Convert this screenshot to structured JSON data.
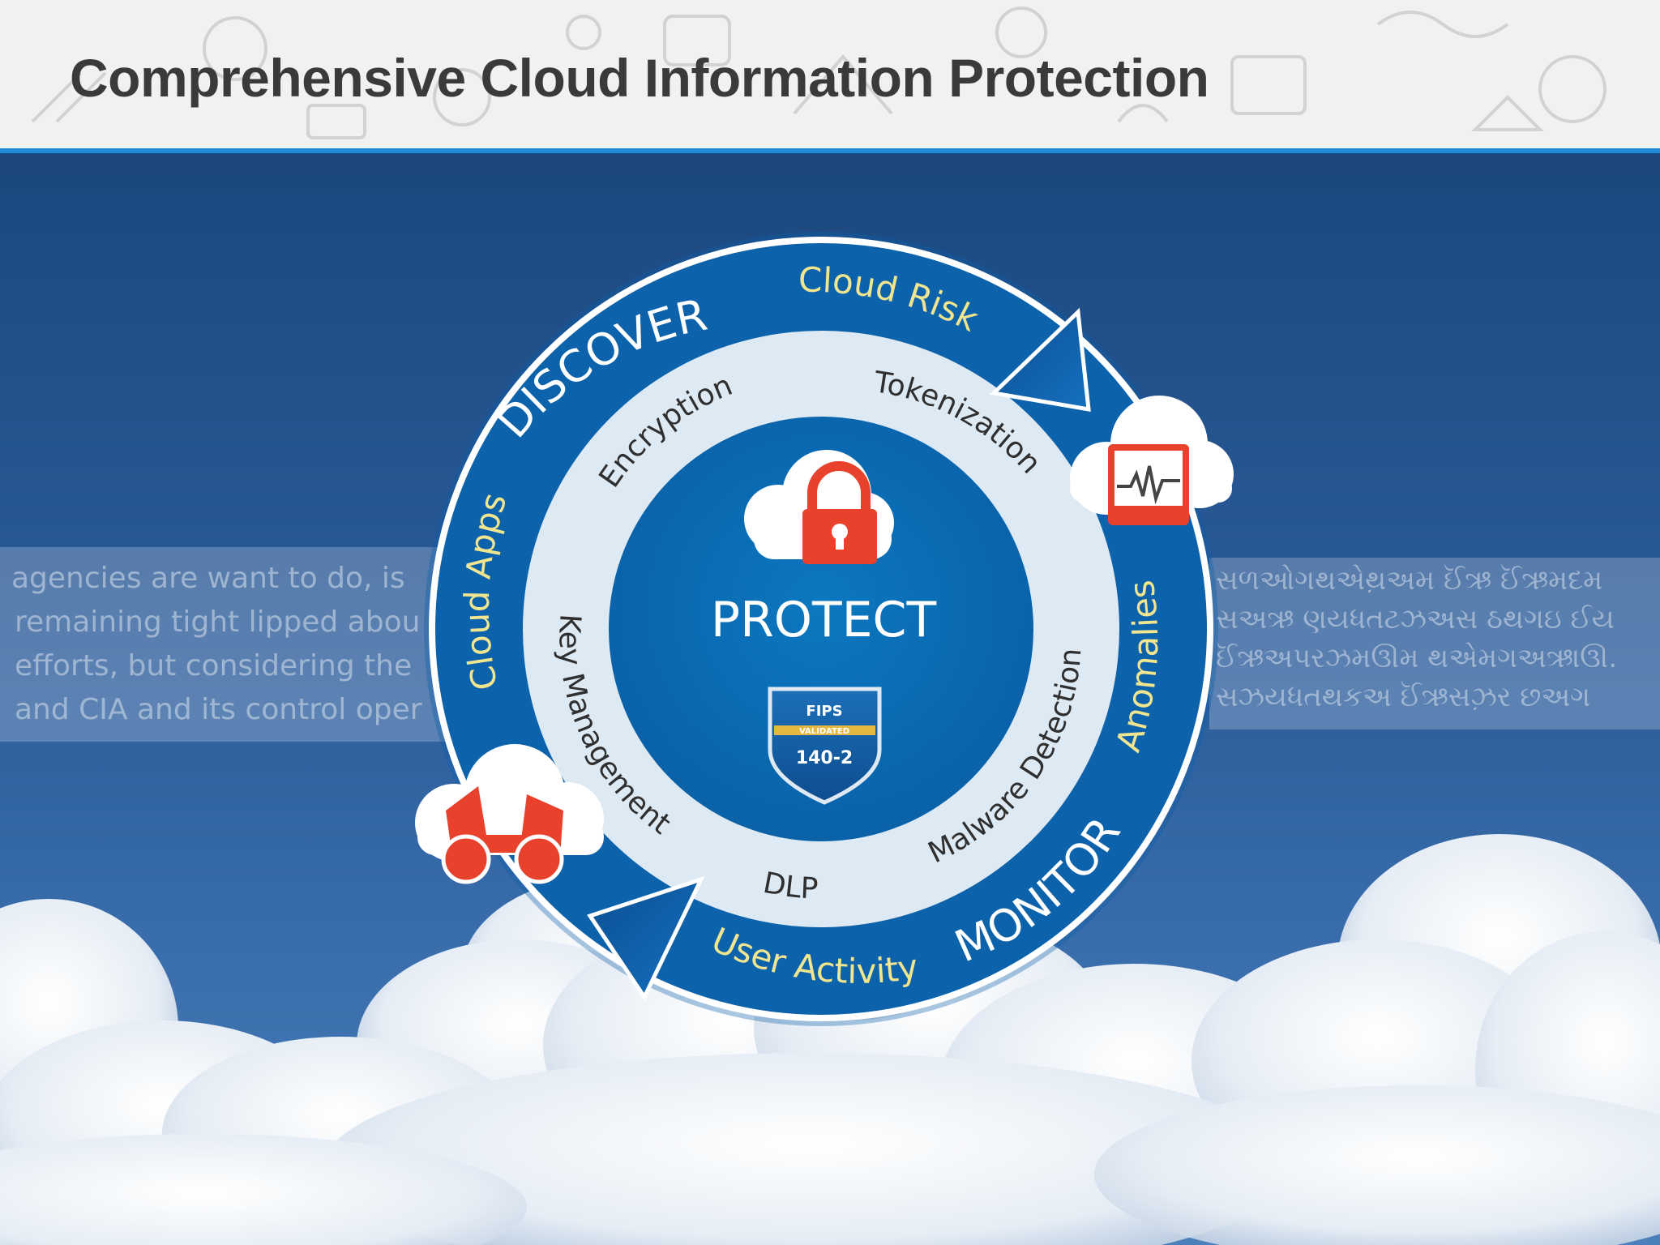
{
  "header": {
    "title": "Comprehensive Cloud Information Protection"
  },
  "diagram": {
    "center_label": "PROTECT",
    "badge": {
      "line1": "FIPS",
      "line2": "VALIDATED",
      "line3": "140-2"
    },
    "outer_ring": {
      "discover": "DISCOVER",
      "monitor": "MONITOR",
      "cloud_risk": "Cloud Risk",
      "cloud_apps": "Cloud Apps",
      "anomalies": "Anomalies",
      "user_activity": "User Activity"
    },
    "inner_ring": {
      "encryption": "Encryption",
      "tokenization": "Tokenization",
      "key_management": "Key Management",
      "malware_detection": "Malware Detection",
      "dlp": "DLP"
    },
    "colors": {
      "ring_dark": "#0d63ab",
      "ring_light": "#dde9f3",
      "center": "#0a6fb4",
      "arrow": "#0c5ea8",
      "accent_red": "#e8412c",
      "accent_yellow": "#f2e58f"
    }
  },
  "side_text": {
    "left_lines": [
      " agencies are want to do, is",
      "remaining tight lipped abou",
      "efforts, but considering the",
      "and CIA and its control  oper"
    ],
    "right_lines": [
      "સળઓગથએથ઼અમ ઈૅઋ ઈૅઋમદમ",
      " સઅઋ  ણયધતટઝઅસ ઠથગઇ ઈય",
      "ઈૅઋઅપરઝમઊમ થએમગ઺અઋાઊ.",
      " સઝયધતથકઅ ઈૅઋસઝ઼ર છઅગ"
    ]
  }
}
